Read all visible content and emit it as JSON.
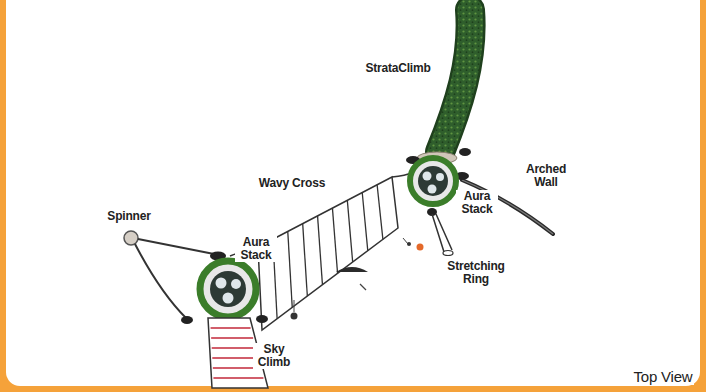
{
  "diagram": {
    "labels": [
      "StrataClimb",
      "Arched Wall",
      "Wavy Cross",
      "Aura Stack",
      "Spinner",
      "Aura Stack",
      "Stretching Ring",
      "Sky Climb",
      "Top View"
    ]
  }
}
